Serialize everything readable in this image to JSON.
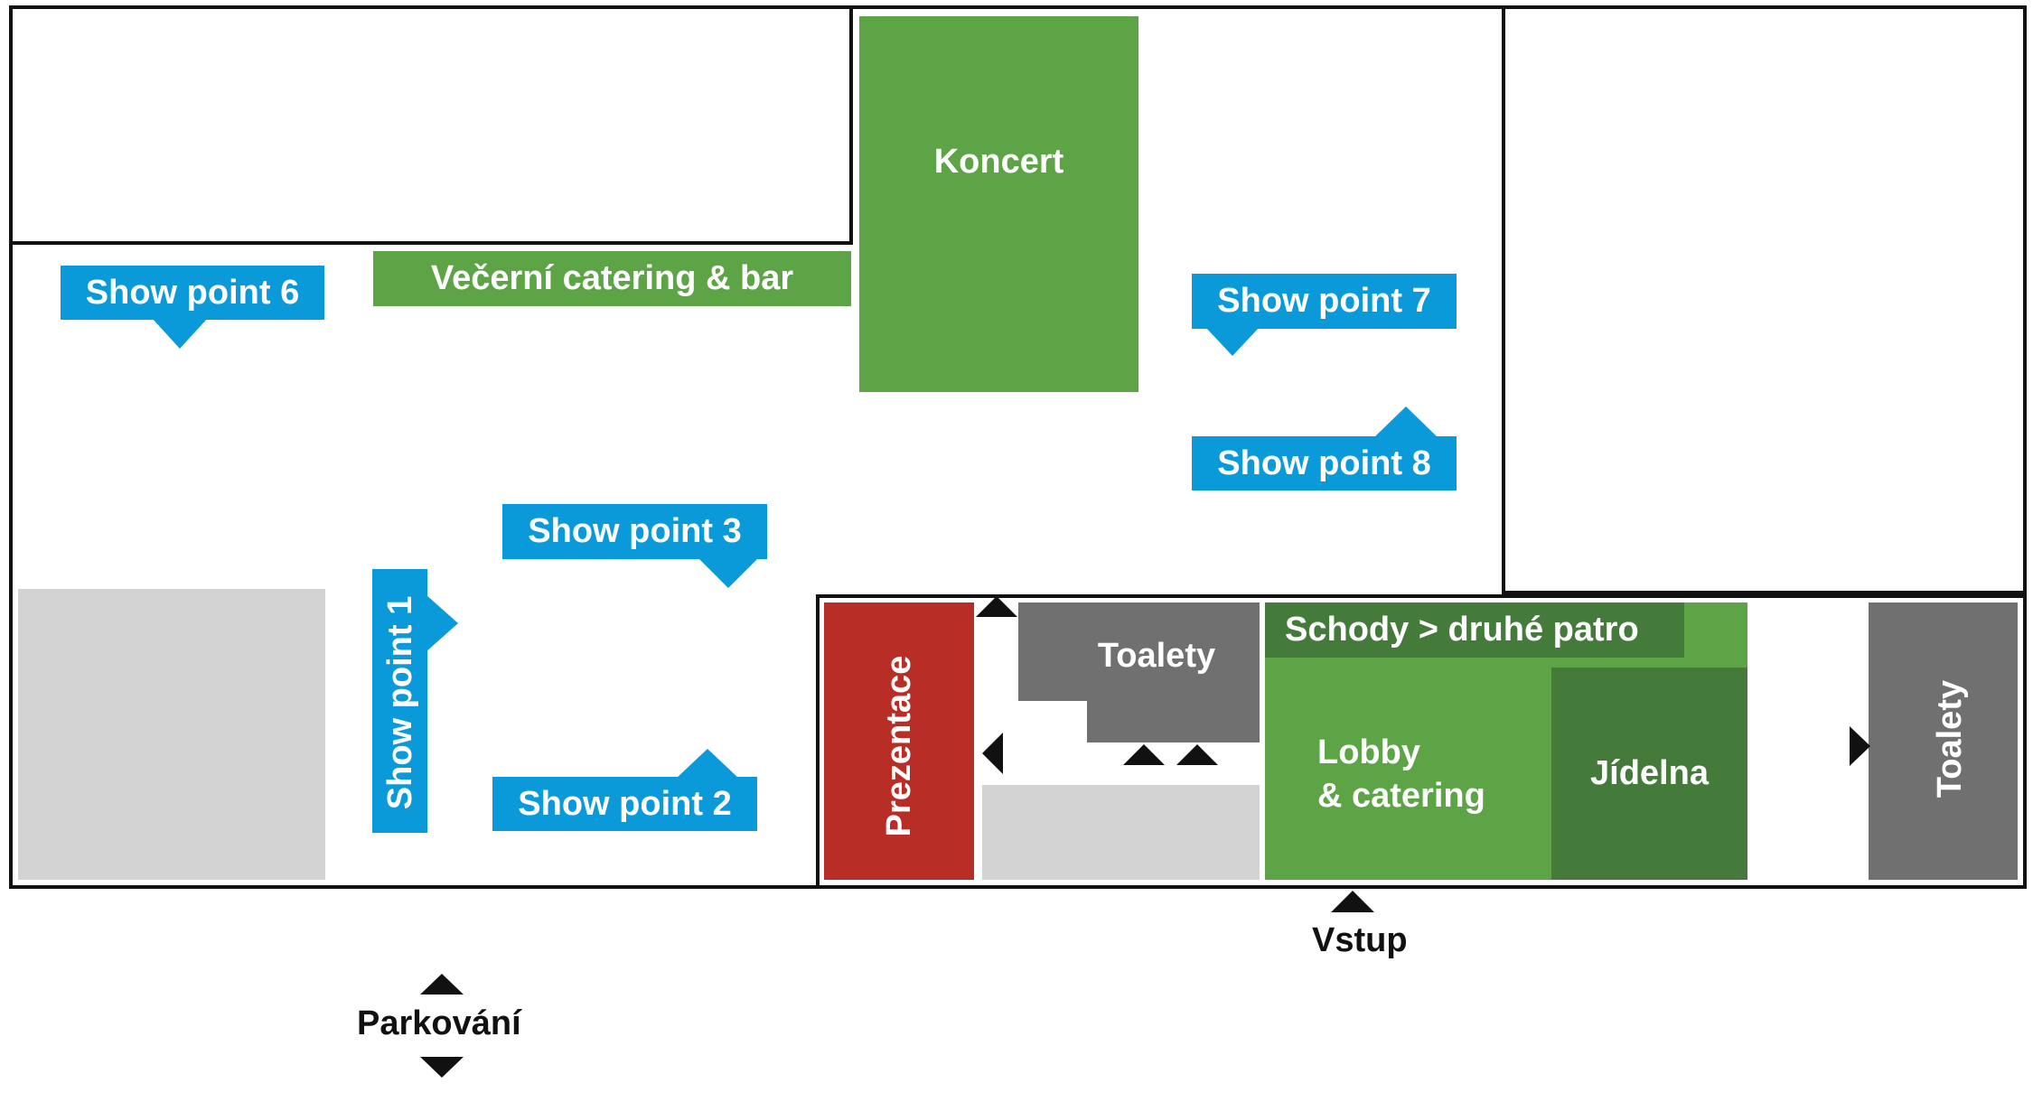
{
  "map": {
    "rooms": {
      "koncert": "Koncert",
      "vecerni_catering": "Večerní catering & bar",
      "prezentace": "Prezentace",
      "toalety_middle": "Toalety",
      "schody": "Schody > druhé patro",
      "lobby_line1": "Lobby",
      "lobby_line2": "& catering",
      "jidelna": "Jídelna",
      "toalety_right": "Toalety"
    },
    "show_points": {
      "sp1": "Show point 1",
      "sp2": "Show point 2",
      "sp3": "Show point 3",
      "sp6": "Show point 6",
      "sp7": "Show point 7",
      "sp8": "Show point 8"
    },
    "labels": {
      "vstup": "Vstup",
      "parkovani": "Parkování"
    },
    "colors": {
      "show_point": "#0a9ad9",
      "green": "#5ca445",
      "dark_green": "#447a3a",
      "grey": "#707070",
      "light_grey": "#d3d3d3",
      "red": "#b92d27"
    }
  }
}
